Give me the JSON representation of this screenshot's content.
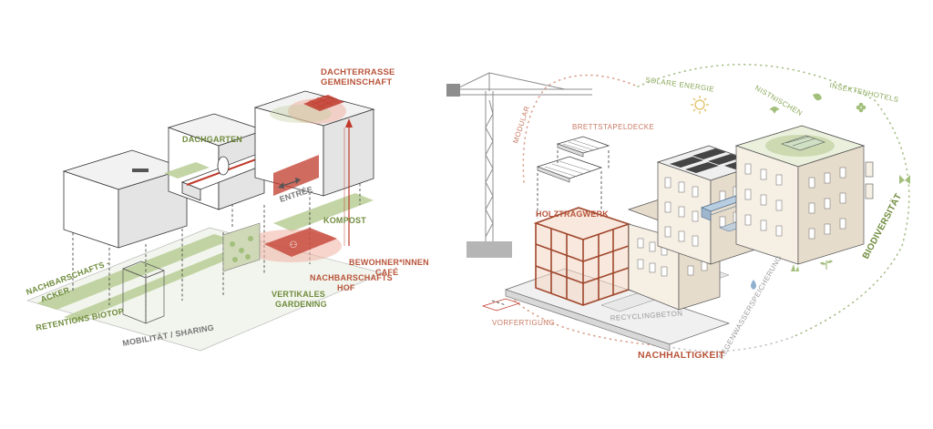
{
  "left_diagram": {
    "labels": {
      "dachterrasse_line1": "DACHTERRASSE",
      "dachterrasse_line2": "GEMEINSCHAFT",
      "dachgarten": "DACHGARTEN",
      "entree": "ENTRÉE",
      "kompost": "KOMPOST",
      "bewohner_line1": "BEWOHNER*INNEN",
      "bewohner_line2": "CAFÉ",
      "nachbarschafts_hof_line1": "NACHBARSCHAFTS",
      "nachbarschafts_hof_line2": "HOF",
      "vertikales_line1": "VERTIKALES",
      "vertikales_line2": "GARDENING",
      "nachbarschafts_acker_line1": "NACHBARSCHAFTS -",
      "nachbarschafts_acker_line2": "ACKER",
      "retentions_biotop": "RETENTIONS BIOTOP",
      "mobilitaet_sharing": "MOBILITÄT / SHARING"
    }
  },
  "right_diagram": {
    "labels": {
      "modular": "MODULAR",
      "brettstapeldecke": "BRETTSTAPELDECKE",
      "holztragwerk": "HOLZTRAGWERK",
      "vorfertigung": "VORFERTIGUNG",
      "recyclingbeton": "RECYCLINGBETON",
      "solare_energie": "SOLARE ENERGIE",
      "nistnischen": "NISTNISCHEN",
      "insektenhotels": "INSEKTENHOTELS",
      "biodiversitaet": "BIODIVERSITÄT",
      "regenwasserspeicherung": "REGENWASSERSPEICHERUNG",
      "nachhaltigkeit": "NACHHALTIGKEIT"
    },
    "icons": [
      "sun-icon",
      "bird-icon",
      "leaf-icon",
      "flower-icon",
      "butterfly-icon",
      "plant-icon",
      "water-drop-icon"
    ]
  },
  "colors": {
    "accent_red": "#b8543a",
    "accent_green": "#6f8b3c",
    "neutral_grey": "#777777"
  }
}
